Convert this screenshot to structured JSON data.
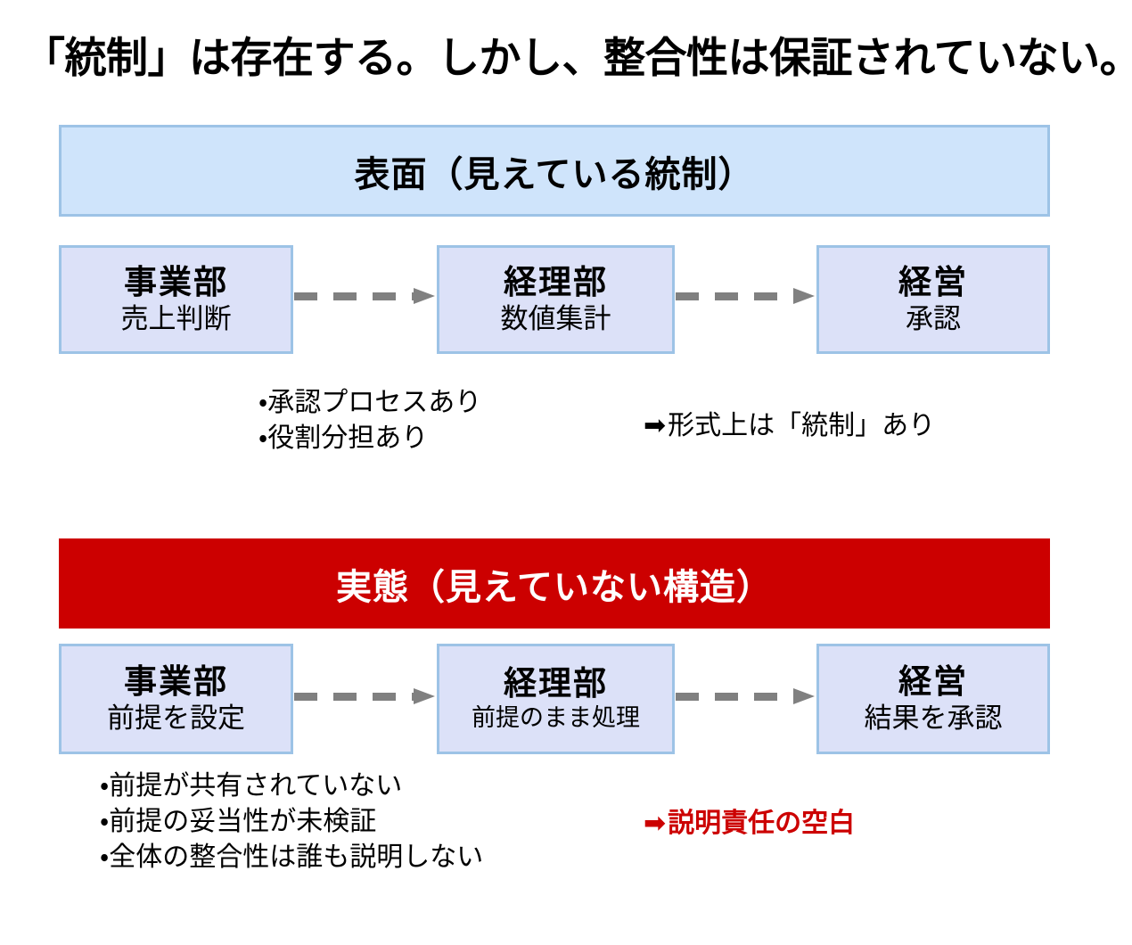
{
  "slide": {
    "title": "「統制」は存在する。しかし、整合性は保証されていない。",
    "colors": {
      "band_surface_fill": "#cfe4fb",
      "band_surface_border": "#9dc3e6",
      "band_reality_fill": "#cc0000",
      "band_reality_text": "#ffffff",
      "box_fill": "#dce1f8",
      "box_border": "#9dc3e6",
      "arrow": "#808080",
      "accent_red": "#cc0000",
      "text": "#000000",
      "background": "#ffffff"
    }
  },
  "surface": {
    "band_label": "表面（見えている統制）",
    "boxes": [
      {
        "title": "事業部",
        "subtitle": "売上判断"
      },
      {
        "title": "経理部",
        "subtitle": "数値集計"
      },
      {
        "title": "経営",
        "subtitle": "承認"
      }
    ],
    "notes": [
      "・承認プロセスあり",
      "・役割分担あり"
    ],
    "conclusion_arrow": "➡",
    "conclusion": "形式上は「統制」あり"
  },
  "reality": {
    "band_label": "実態（見えていない構造）",
    "boxes": [
      {
        "title": "事業部",
        "subtitle": "前提を設定"
      },
      {
        "title": "経理部",
        "subtitle": "前提のまま処理"
      },
      {
        "title": "経営",
        "subtitle": "結果を承認"
      }
    ],
    "notes": [
      "・前提が共有されていない",
      "・前提の妥当性が未検証",
      "・全体の整合性は誰も説明しない"
    ],
    "conclusion_arrow": "➡",
    "conclusion": "説明責任の空白"
  }
}
